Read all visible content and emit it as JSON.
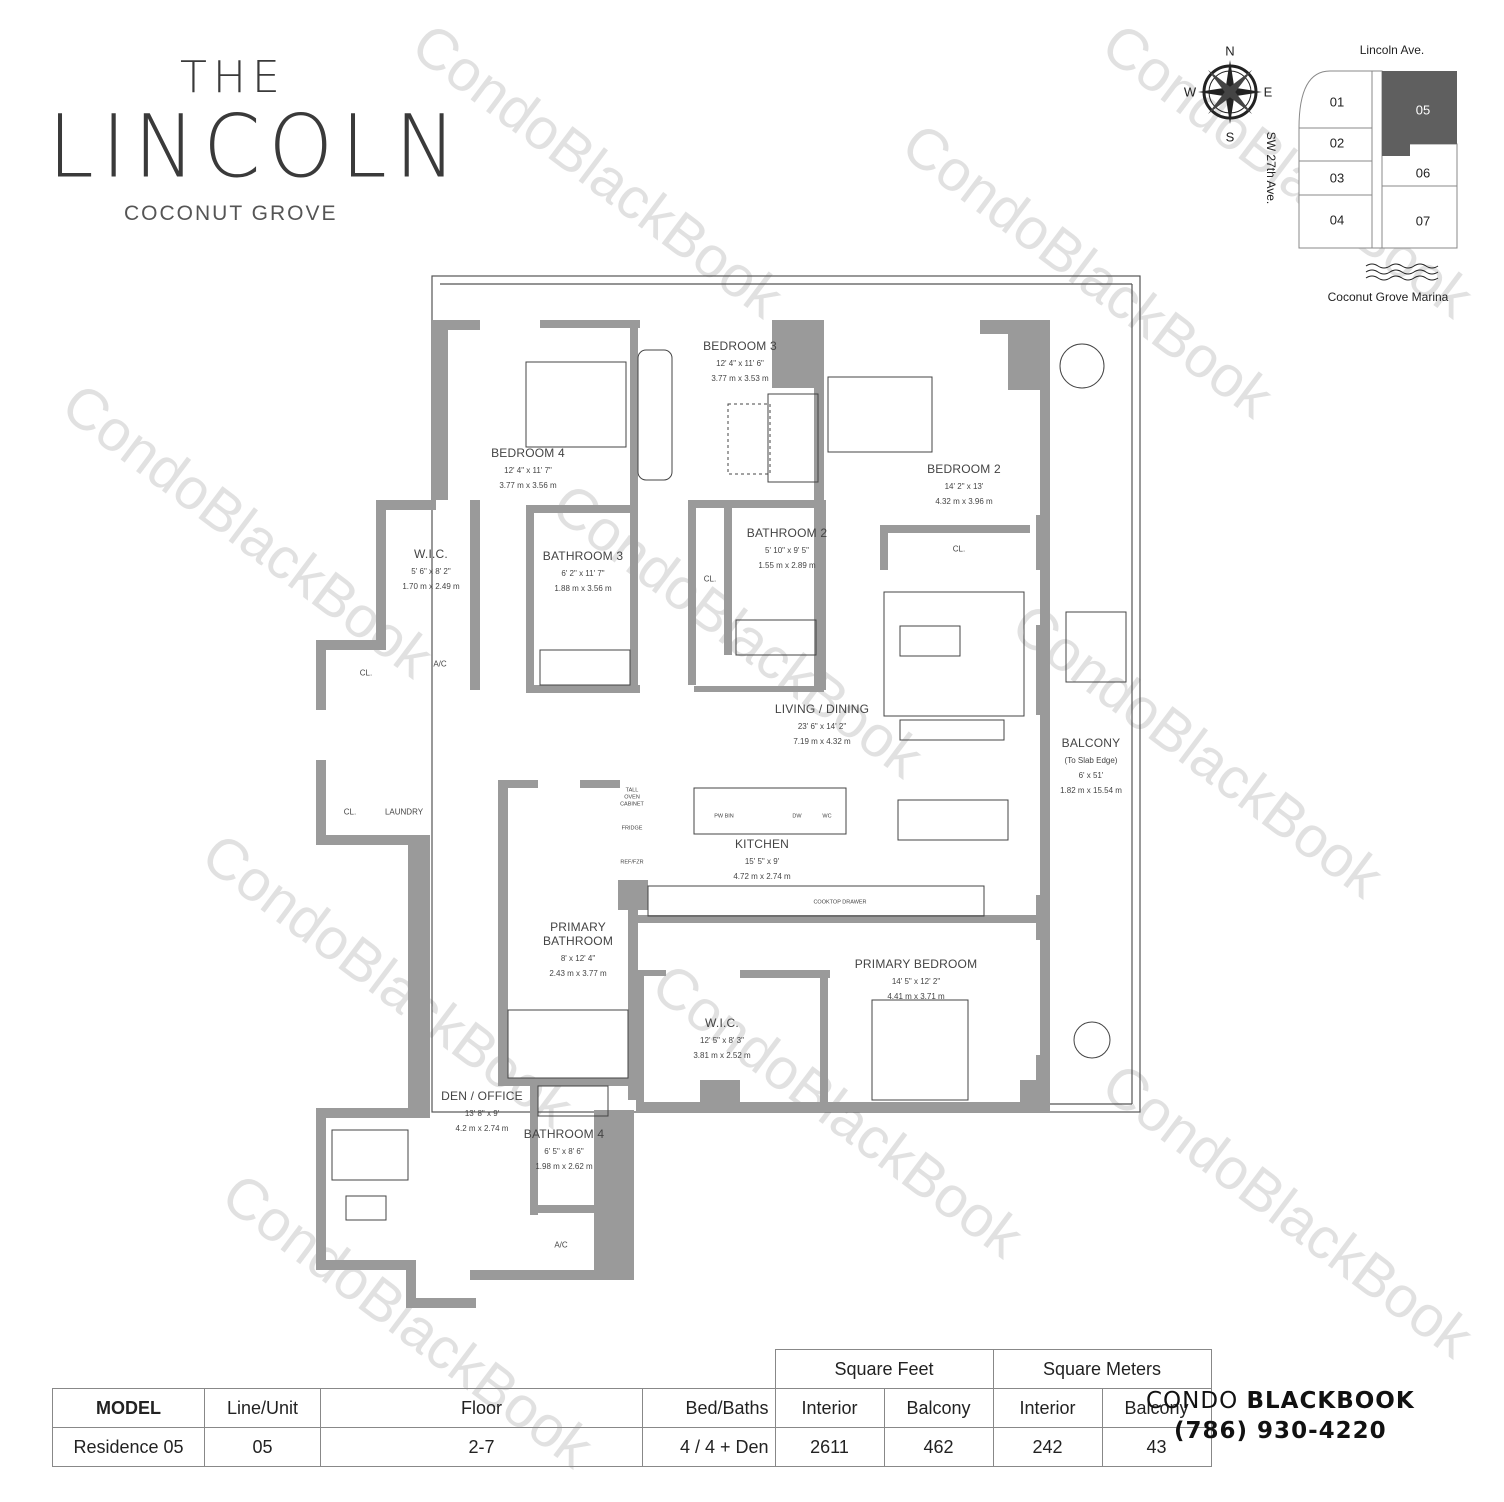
{
  "logo": {
    "the": "THE",
    "name": "LINCOLN",
    "location": "COCONUT GROVE"
  },
  "watermark": "CondoBlackBook",
  "compass": {
    "n": "N",
    "s": "S",
    "e": "E",
    "w": "W"
  },
  "key_plan": {
    "street_north": "Lincoln Ave.",
    "street_west": "SW 27th Ave.",
    "water": "Coconut Grove Marina",
    "units": [
      "01",
      "02",
      "03",
      "04",
      "05",
      "06",
      "07"
    ],
    "highlighted_unit": "05",
    "highlight_color": "#5f5f5f"
  },
  "rooms": {
    "bedroom4": {
      "name": "BEDROOM 4",
      "ft": "12' 4\" x 11' 7\"",
      "m": "3.77 m x 3.56 m"
    },
    "bedroom3": {
      "name": "BEDROOM 3",
      "ft": "12' 4\" x 11' 6\"",
      "m": "3.77 m x 3.53 m"
    },
    "bedroom2": {
      "name": "BEDROOM 2",
      "ft": "14' 2\" x 13'",
      "m": "4.32 m x 3.96 m"
    },
    "wic1": {
      "name": "W.I.C.",
      "ft": "5' 6\" x 8' 2\"",
      "m": "1.70 m x 2.49 m"
    },
    "bathroom3": {
      "name": "BATHROOM 3",
      "ft": "6' 2\" x 11' 7\"",
      "m": "1.88 m x 3.56 m"
    },
    "bathroom2": {
      "name": "BATHROOM 2",
      "ft": "5' 10\" x 9' 5\"",
      "m": "1.55 m x 2.89 m"
    },
    "living": {
      "name": "LIVING / DINING",
      "ft": "23' 6\" x 14' 2\"",
      "m": "7.19 m x 4.32 m"
    },
    "balcony": {
      "name": "BALCONY",
      "note": "(To Slab Edge)",
      "ft": "6' x 51'",
      "m": "1.82 m x 15.54 m"
    },
    "kitchen": {
      "name": "KITCHEN",
      "ft": "15' 5\" x 9'",
      "m": "4.72 m x 2.74 m"
    },
    "primary_bath": {
      "name": "PRIMARY",
      "name2": "BATHROOM",
      "ft": "8' x 12' 4\"",
      "m": "2.43 m x 3.77 m"
    },
    "primary_bed": {
      "name": "PRIMARY BEDROOM",
      "ft": "14' 5\" x 12' 2\"",
      "m": "4.41 m x 3.71 m"
    },
    "wic2": {
      "name": "W.I.C.",
      "ft": "12' 5\" x 8' 3\"",
      "m": "3.81 m x 2.52 m"
    },
    "den": {
      "name": "DEN / OFFICE",
      "ft": "13' 8\" x 9'",
      "m": "4.2 m x 2.74 m"
    },
    "bathroom4": {
      "name": "BATHROOM 4",
      "ft": "6' 5\" x 8' 6\"",
      "m": "1.98 m x 2.62 m"
    }
  },
  "fixtures": {
    "cl": "CL.",
    "ac": "A/C",
    "laundry": "LAUNDRY",
    "tall_oven": "TALL OVEN CABINET",
    "fridge": "FRIDGE",
    "ref_fzr": "REF/FZR",
    "pw_bin": "PW BIN",
    "dw": "DW",
    "wc": "WC",
    "cooktop": "COOKTOP DRAWER"
  },
  "table": {
    "group_headers": [
      "Square Feet",
      "Square Meters"
    ],
    "headers": [
      "MODEL",
      "Line/Unit",
      "Floor",
      "Bed/Baths",
      "Interior",
      "Balcony",
      "Interior",
      "Balcony"
    ],
    "row": [
      "Residence 05",
      "05",
      "2-7",
      "4 / 4 + Den",
      "2611",
      "462",
      "242",
      "43"
    ]
  },
  "brand": {
    "name_light": "CONDO ",
    "name_bold": "BLACKBOOK",
    "phone": "(786) 930-4220"
  }
}
